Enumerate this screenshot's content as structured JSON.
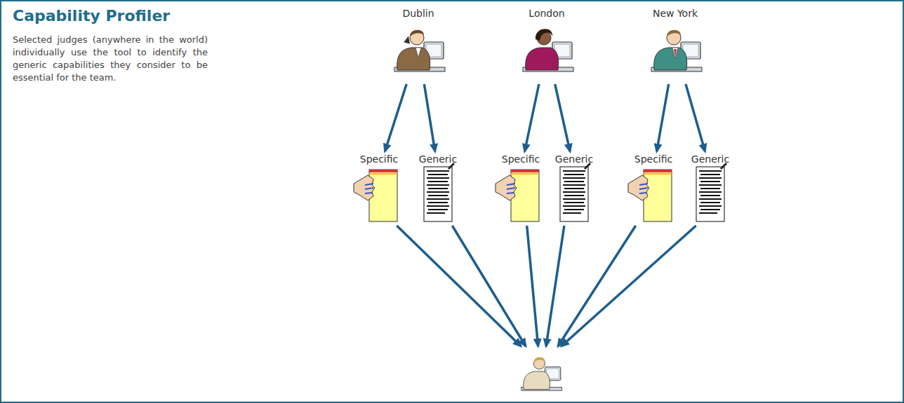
{
  "diagram": {
    "title": "Capability Profiler",
    "nodes": [
      {
        "text": [
          "Dublin"
        ]
      },
      {
        "text": [
          "London"
        ]
      },
      {
        "text": [
          "New York"
        ]
      },
      {
        "text": [
          "Specific"
        ]
      },
      {
        "text": [
          "Generic"
        ]
      },
      {
        "text": [
          "Specific"
        ]
      },
      {
        "text": [
          "Generic"
        ]
      },
      {
        "text": [
          "Specific"
        ]
      },
      {
        "text": [
          "Generic"
        ]
      },
      {
        "text": []
      }
    ],
    "edges": [
      {
        "from": 0,
        "to": 3,
        "arrow": "to"
      },
      {
        "from": 0,
        "to": 4,
        "arrow": "to"
      },
      {
        "from": 1,
        "to": 5,
        "arrow": "to"
      },
      {
        "from": 1,
        "to": 6,
        "arrow": "to"
      },
      {
        "from": 2,
        "to": 7,
        "arrow": "to"
      },
      {
        "from": 2,
        "to": 8,
        "arrow": "to"
      },
      {
        "from": 3,
        "to": 9,
        "arrow": "to"
      },
      {
        "from": 4,
        "to": 9,
        "arrow": "to"
      },
      {
        "from": 5,
        "to": 9,
        "arrow": "to"
      },
      {
        "from": 6,
        "to": 9,
        "arrow": "to"
      },
      {
        "from": 7,
        "to": 9,
        "arrow": "to"
      },
      {
        "from": 8,
        "to": 9,
        "arrow": "to"
      }
    ],
    "labels": [
      "Selected judges (anywhere in the world) individually use the tool to identify the generic capabilities they consider to be essential for the team."
    ]
  }
}
